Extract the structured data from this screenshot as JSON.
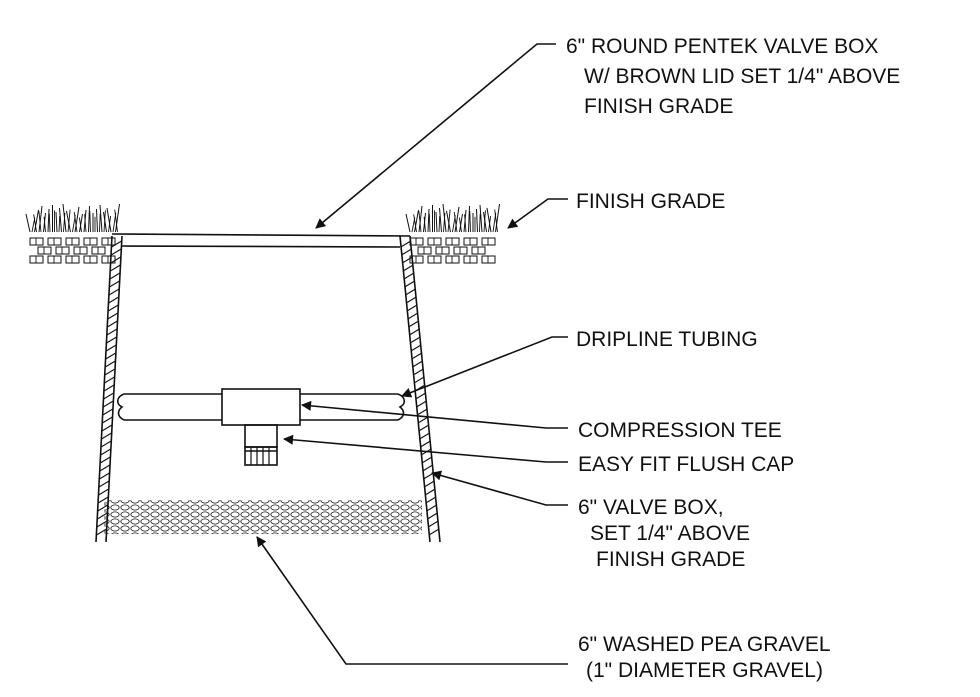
{
  "labels": {
    "valve_box_lid": [
      "6\" ROUND PENTEK VALVE BOX",
      "W/ BROWN LID SET 1/4\" ABOVE",
      "FINISH GRADE"
    ],
    "finish_grade": [
      "FINISH GRADE"
    ],
    "dripline": [
      "DRIPLINE TUBING"
    ],
    "tee": [
      "COMPRESSION TEE"
    ],
    "flush_cap": [
      "EASY FIT FLUSH CAP"
    ],
    "valve_box": [
      "6\" VALVE BOX,",
      "SET 1/4\" ABOVE",
      "FINISH GRADE"
    ],
    "gravel": [
      "6\" WASHED PEA GRAVEL",
      "(1\" DIAMETER GRAVEL)"
    ]
  },
  "colors": {
    "ink": "#111111",
    "background": "#ffffff"
  }
}
